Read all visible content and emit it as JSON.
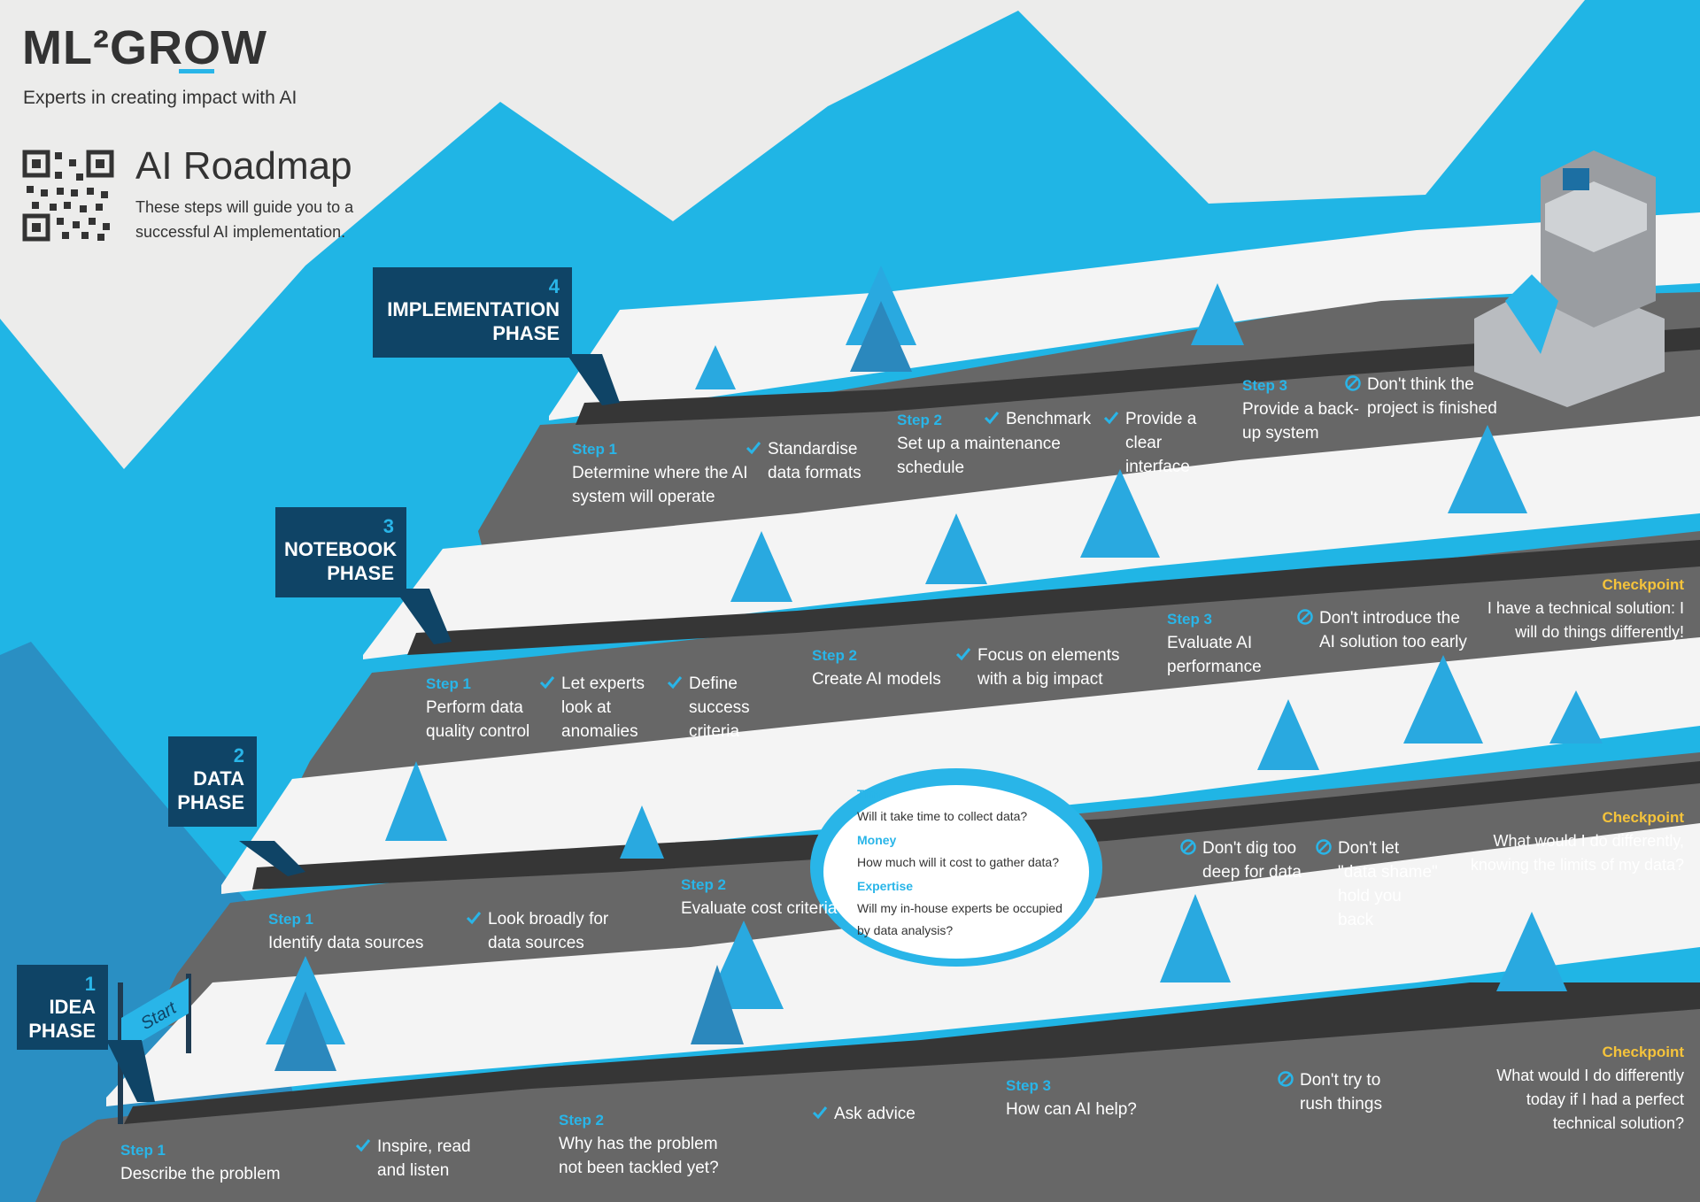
{
  "brand": {
    "logo": "ML²GROW",
    "tagline": "Experts in creating impact with AI"
  },
  "header": {
    "title": "AI Roadmap",
    "subtitle": "These steps will guide you to a successful AI implementation."
  },
  "colors": {
    "accent": "#29b5e8",
    "phase_box": "#0f4466",
    "checkpoint": "#f5c33b",
    "mountain_light": "#20b5e5",
    "mountain_dark": "#2c8fc4",
    "road": "#3a3a3a",
    "terrace": "#666666"
  },
  "phases": [
    {
      "number": "1",
      "name_line1": "IDEA",
      "name_line2": "PHASE"
    },
    {
      "number": "2",
      "name_line1": "DATA",
      "name_line2": "PHASE"
    },
    {
      "number": "3",
      "name_line1": "NOTEBOOK",
      "name_line2": "PHASE"
    },
    {
      "number": "4",
      "name_line1": "IMPLEMENTATION",
      "name_line2": "PHASE"
    }
  ],
  "idea": {
    "start_sign": "Start",
    "step1": {
      "label": "Step 1",
      "text": "Describe the problem"
    },
    "tip1": "Inspire, read and listen",
    "step2": {
      "label": "Step 2",
      "text": "Why has the problem not been tackled yet?"
    },
    "tip2": "Ask advice",
    "step3": {
      "label": "Step 3",
      "text": "How can AI help?"
    },
    "tip3": "Don't try to rush things",
    "checkpoint": {
      "label": "Checkpoint",
      "text": "What would I do differently today if I had a perfect technical solution?"
    }
  },
  "data": {
    "step1": {
      "label": "Step 1",
      "text": "Identify data sources"
    },
    "tip1": "Look broadly for data sources",
    "step2": {
      "label": "Step 2",
      "text": "Evaluate cost criteria"
    },
    "cloud": [
      {
        "heading": "Time",
        "question": "Will it take time to collect data?"
      },
      {
        "heading": "Money",
        "question": "How much will it cost to gather data?"
      },
      {
        "heading": "Expertise",
        "question": "Will my in-house experts be occupied by data analysis?"
      }
    ],
    "tip2": "Don't dig too deep for data",
    "tip3": "Don't let \"data shame\" hold you back",
    "checkpoint": {
      "label": "Checkpoint",
      "text": "What would I do differently, knowing the limits of my data?"
    }
  },
  "notebook": {
    "step1": {
      "label": "Step 1",
      "text": "Perform data quality control"
    },
    "tip1": "Let experts look at anomalies",
    "tip2": "Define success criteria",
    "step2": {
      "label": "Step 2",
      "text": "Create AI models"
    },
    "tip3": "Focus on elements with a big impact",
    "step3": {
      "label": "Step 3",
      "text": "Evaluate AI performance"
    },
    "tip4": "Don't introduce the AI solution too early",
    "checkpoint": {
      "label": "Checkpoint",
      "text": "I have a technical solution: I will do things differently!"
    }
  },
  "implementation": {
    "step1": {
      "label": "Step 1",
      "text": "Determine where the AI system will operate"
    },
    "tip1": "Standardise data formats",
    "step2": {
      "label": "Step 2",
      "text": "Set up a maintenance schedule"
    },
    "tip2": "Benchmark",
    "tip3": "Provide a clear interface",
    "step3": {
      "label": "Step 3",
      "text": "Provide a back-up system"
    },
    "tip4": "Don't think the project is finished"
  }
}
